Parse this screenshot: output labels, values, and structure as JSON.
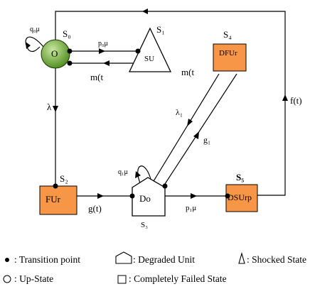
{
  "colors": {
    "up_state_fill": "#5a9a20",
    "failed_fill": "#f79646",
    "line": "#000000",
    "shape_fill": "#ffffff"
  },
  "states": {
    "s0": {
      "id": "S₀",
      "label": "O"
    },
    "s1": {
      "id": "S₁",
      "label": "SU"
    },
    "s2": {
      "id": "S₂",
      "label": "FUr"
    },
    "s3": {
      "id": "S₃",
      "label": "Do"
    },
    "s4": {
      "id": "S₄",
      "label": "DFUr"
    },
    "s5": {
      "id": "S₅",
      "label": "DSUrp"
    }
  },
  "transitions": {
    "q0mu": "q₀μ",
    "p0mu": "p₀μ",
    "m_t_lower": "m(t",
    "m_t_upper": "m(t",
    "lambda": "λ",
    "lambda1": "λ₁",
    "g1": "g₁",
    "q1mu": "q₁μ",
    "g_t": "g(t)",
    "p1mu": "p₁μ",
    "f_t": "f(t)"
  },
  "legend": {
    "transition_point": ":  Transition point",
    "degraded_unit": ": Degraded Unit",
    "shocked_state": ":   Shocked State",
    "up_state": ":   Up-State",
    "failed_state": ":   Completely Failed State"
  }
}
